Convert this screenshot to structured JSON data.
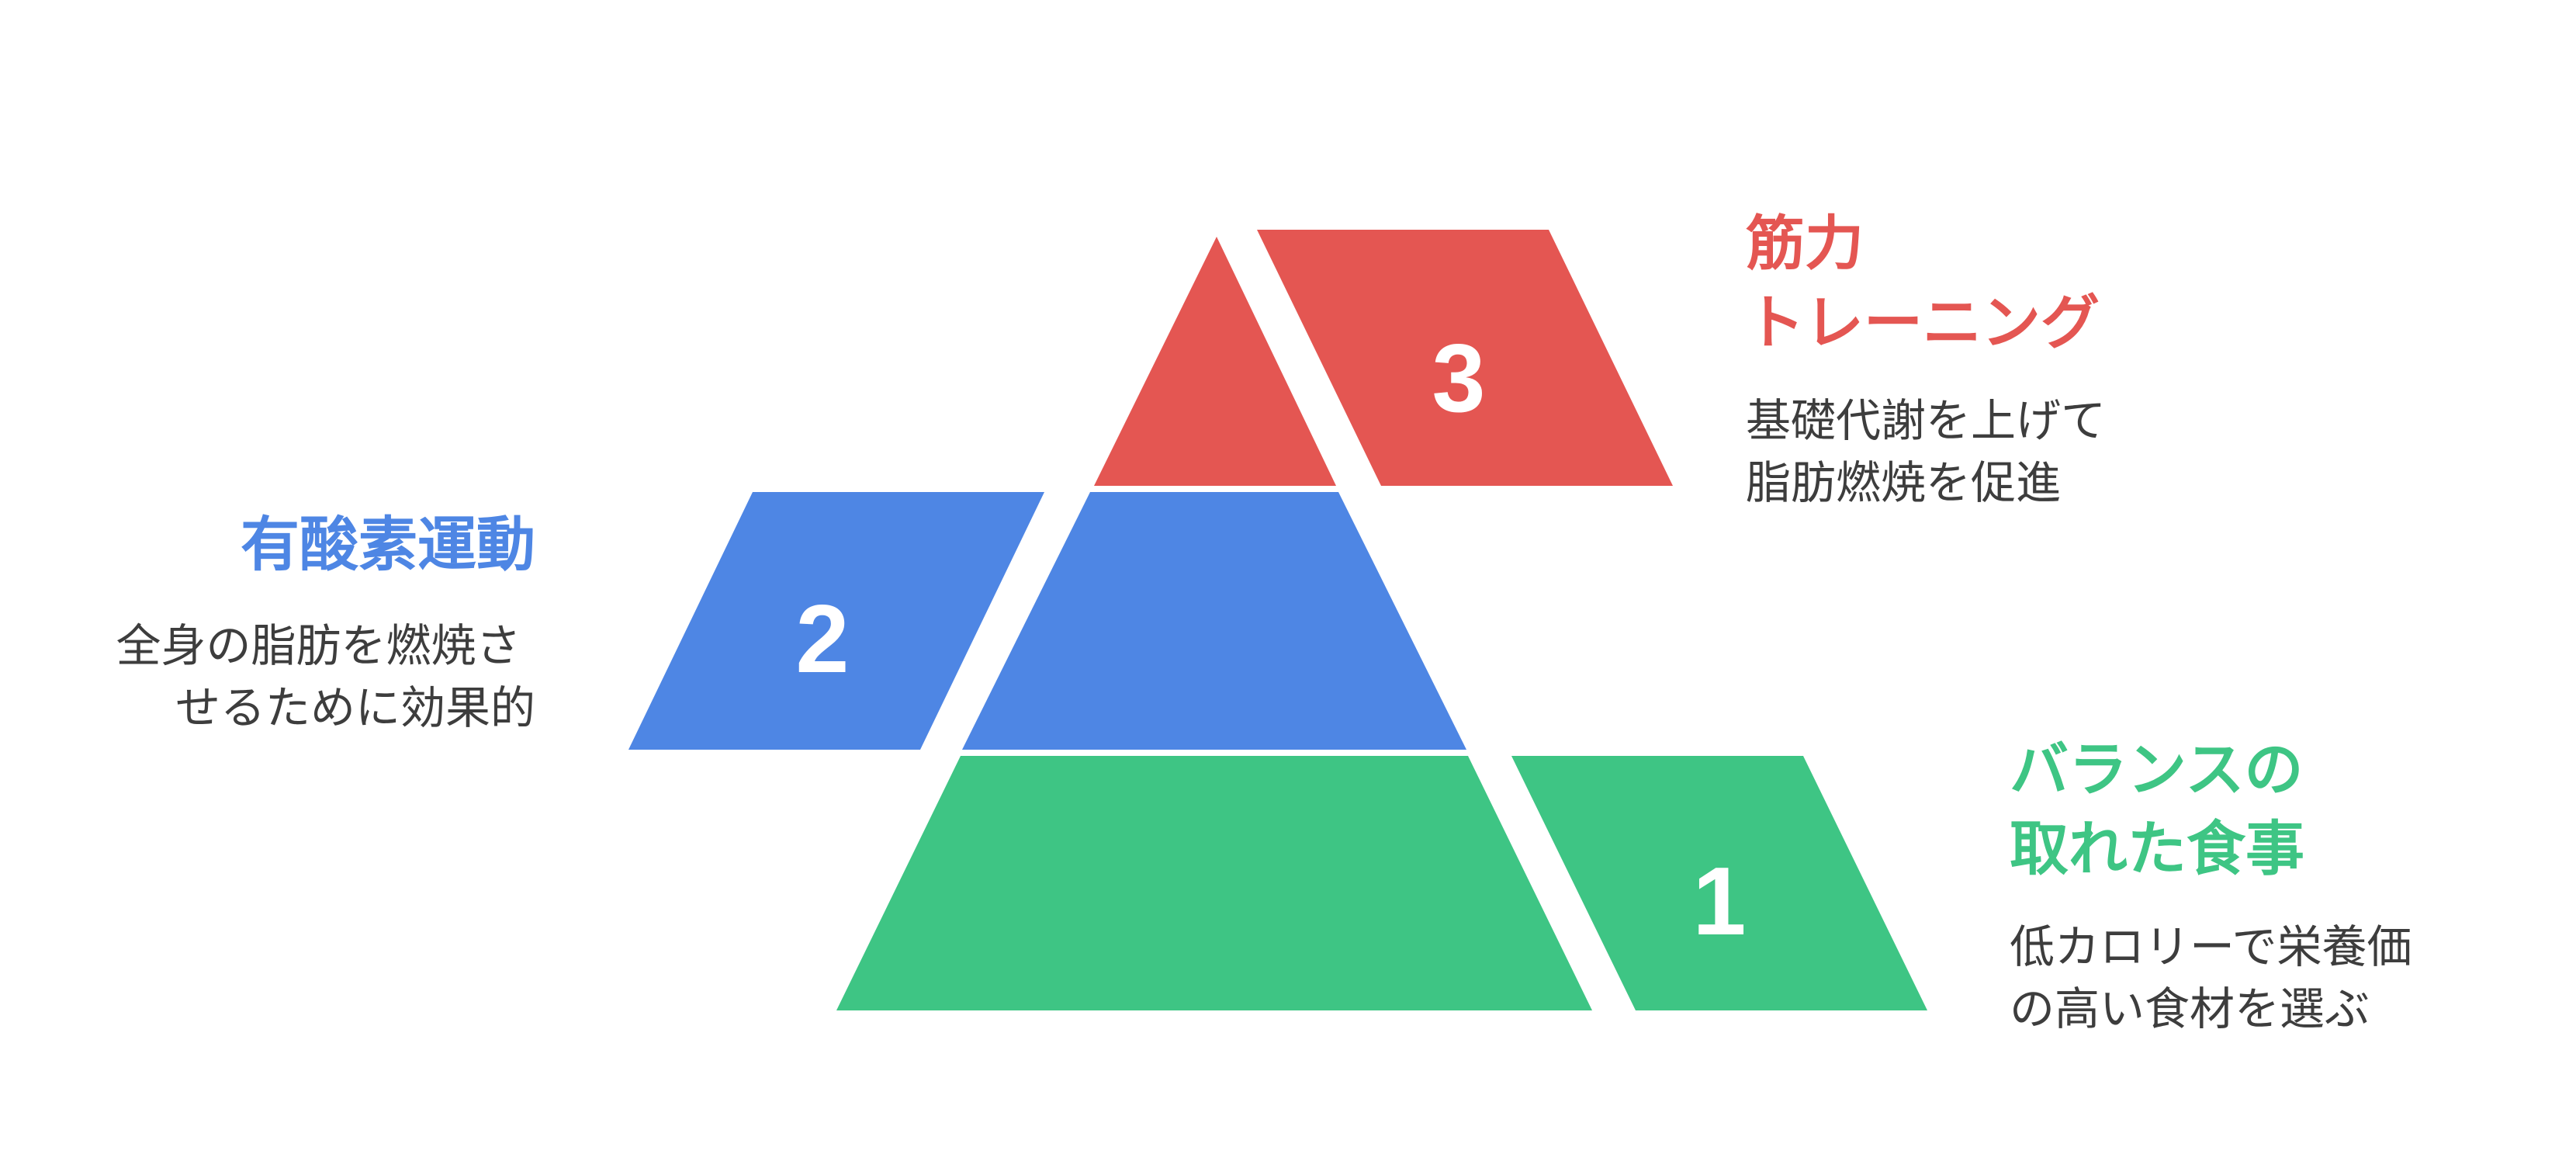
{
  "colors": {
    "level1": "#3ec584",
    "level2": "#4e86e4",
    "level3": "#e45652",
    "desc_text": "#3d3d3d"
  },
  "levels": [
    {
      "number": "1",
      "title_lines": [
        "バランスの",
        "取れた食事"
      ],
      "desc_lines": [
        "低カロリーで栄養価",
        "の高い食材を選ぶ"
      ]
    },
    {
      "number": "2",
      "title_lines": [
        "有酸素運動"
      ],
      "desc_lines": [
        "全身の脂肪を燃焼さ",
        "せるために効果的"
      ]
    },
    {
      "number": "3",
      "title_lines": [
        "筋力",
        "トレーニング"
      ],
      "desc_lines": [
        "基礎代謝を上げて",
        "脂肪燃焼を促進"
      ]
    }
  ]
}
